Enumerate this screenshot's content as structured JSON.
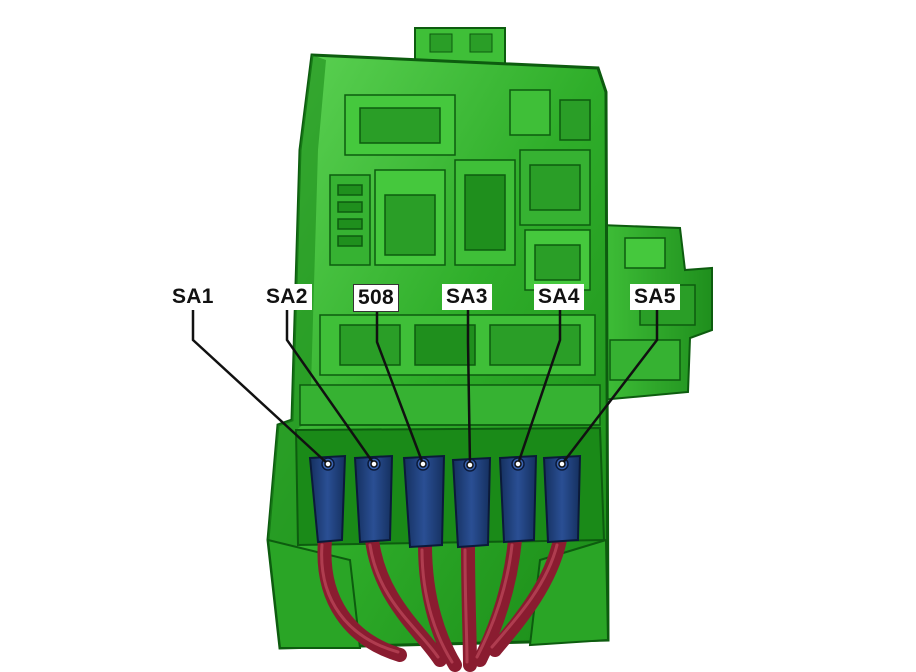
{
  "diagram": {
    "callouts": [
      {
        "id": "sa1",
        "label": "SA1"
      },
      {
        "id": "sa2",
        "label": "SA2"
      },
      {
        "id": "508",
        "label": "508"
      },
      {
        "id": "sa3",
        "label": "SA3"
      },
      {
        "id": "sa4",
        "label": "SA4"
      },
      {
        "id": "sa5",
        "label": "SA5"
      }
    ]
  },
  "colors": {
    "housing": "#2fae2a",
    "housing_light": "#63d85a",
    "housing_dark": "#137a14",
    "connector": "#1f3d7a",
    "cable": "#8a1c30"
  }
}
